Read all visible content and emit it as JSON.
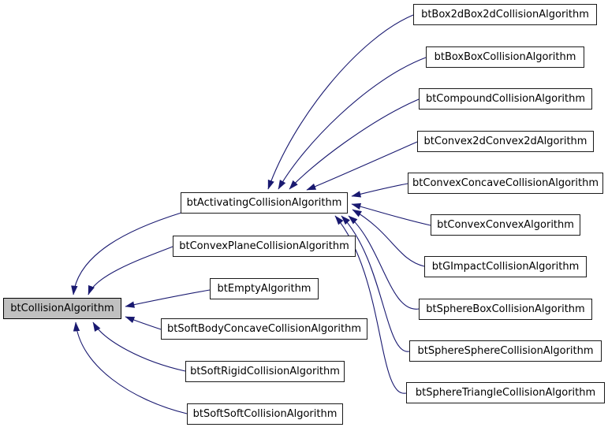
{
  "diagram": {
    "kind": "class-inheritance-graph",
    "colors": {
      "edge": "#191970",
      "node_border": "#1a1a1a",
      "node_fill": "#ffffff",
      "highlight_fill": "#c0c0c0",
      "background": "#ffffff",
      "text": "#000000"
    },
    "nodes": [
      {
        "id": "btCollisionAlgorithm",
        "label": "btCollisionAlgorithm",
        "highlighted": true
      },
      {
        "id": "btActivatingCollisionAlgorithm",
        "label": "btActivatingCollisionAlgorithm",
        "highlighted": false
      },
      {
        "id": "btConvexPlaneCollisionAlgorithm",
        "label": "btConvexPlaneCollisionAlgorithm",
        "highlighted": false
      },
      {
        "id": "btEmptyAlgorithm",
        "label": "btEmptyAlgorithm",
        "highlighted": false
      },
      {
        "id": "btSoftBodyConcaveCollisionAlgorithm",
        "label": "btSoftBodyConcaveCollisionAlgorithm",
        "highlighted": false
      },
      {
        "id": "btSoftRigidCollisionAlgorithm",
        "label": "btSoftRigidCollisionAlgorithm",
        "highlighted": false
      },
      {
        "id": "btSoftSoftCollisionAlgorithm",
        "label": "btSoftSoftCollisionAlgorithm",
        "highlighted": false
      },
      {
        "id": "btBox2dBox2dCollisionAlgorithm",
        "label": "btBox2dBox2dCollisionAlgorithm",
        "highlighted": false
      },
      {
        "id": "btBoxBoxCollisionAlgorithm",
        "label": "btBoxBoxCollisionAlgorithm",
        "highlighted": false
      },
      {
        "id": "btCompoundCollisionAlgorithm",
        "label": "btCompoundCollisionAlgorithm",
        "highlighted": false
      },
      {
        "id": "btConvex2dConvex2dAlgorithm",
        "label": "btConvex2dConvex2dAlgorithm",
        "highlighted": false
      },
      {
        "id": "btConvexConcaveCollisionAlgorithm",
        "label": "btConvexConcaveCollisionAlgorithm",
        "highlighted": false
      },
      {
        "id": "btConvexConvexAlgorithm",
        "label": "btConvexConvexAlgorithm",
        "highlighted": false
      },
      {
        "id": "btGImpactCollisionAlgorithm",
        "label": "btGImpactCollisionAlgorithm",
        "highlighted": false
      },
      {
        "id": "btSphereBoxCollisionAlgorithm",
        "label": "btSphereBoxCollisionAlgorithm",
        "highlighted": false
      },
      {
        "id": "btSphereSphereCollisionAlgorithm",
        "label": "btSphereSphereCollisionAlgorithm",
        "highlighted": false
      },
      {
        "id": "btSphereTriangleCollisionAlgorithm",
        "label": "btSphereTriangleCollisionAlgorithm",
        "highlighted": false
      }
    ],
    "edges": [
      {
        "from": "btActivatingCollisionAlgorithm",
        "to": "btCollisionAlgorithm"
      },
      {
        "from": "btConvexPlaneCollisionAlgorithm",
        "to": "btCollisionAlgorithm"
      },
      {
        "from": "btEmptyAlgorithm",
        "to": "btCollisionAlgorithm"
      },
      {
        "from": "btSoftBodyConcaveCollisionAlgorithm",
        "to": "btCollisionAlgorithm"
      },
      {
        "from": "btSoftRigidCollisionAlgorithm",
        "to": "btCollisionAlgorithm"
      },
      {
        "from": "btSoftSoftCollisionAlgorithm",
        "to": "btCollisionAlgorithm"
      },
      {
        "from": "btBox2dBox2dCollisionAlgorithm",
        "to": "btActivatingCollisionAlgorithm"
      },
      {
        "from": "btBoxBoxCollisionAlgorithm",
        "to": "btActivatingCollisionAlgorithm"
      },
      {
        "from": "btCompoundCollisionAlgorithm",
        "to": "btActivatingCollisionAlgorithm"
      },
      {
        "from": "btConvex2dConvex2dAlgorithm",
        "to": "btActivatingCollisionAlgorithm"
      },
      {
        "from": "btConvexConcaveCollisionAlgorithm",
        "to": "btActivatingCollisionAlgorithm"
      },
      {
        "from": "btConvexConvexAlgorithm",
        "to": "btActivatingCollisionAlgorithm"
      },
      {
        "from": "btGImpactCollisionAlgorithm",
        "to": "btActivatingCollisionAlgorithm"
      },
      {
        "from": "btSphereBoxCollisionAlgorithm",
        "to": "btActivatingCollisionAlgorithm"
      },
      {
        "from": "btSphereSphereCollisionAlgorithm",
        "to": "btActivatingCollisionAlgorithm"
      },
      {
        "from": "btSphereTriangleCollisionAlgorithm",
        "to": "btActivatingCollisionAlgorithm"
      }
    ]
  }
}
